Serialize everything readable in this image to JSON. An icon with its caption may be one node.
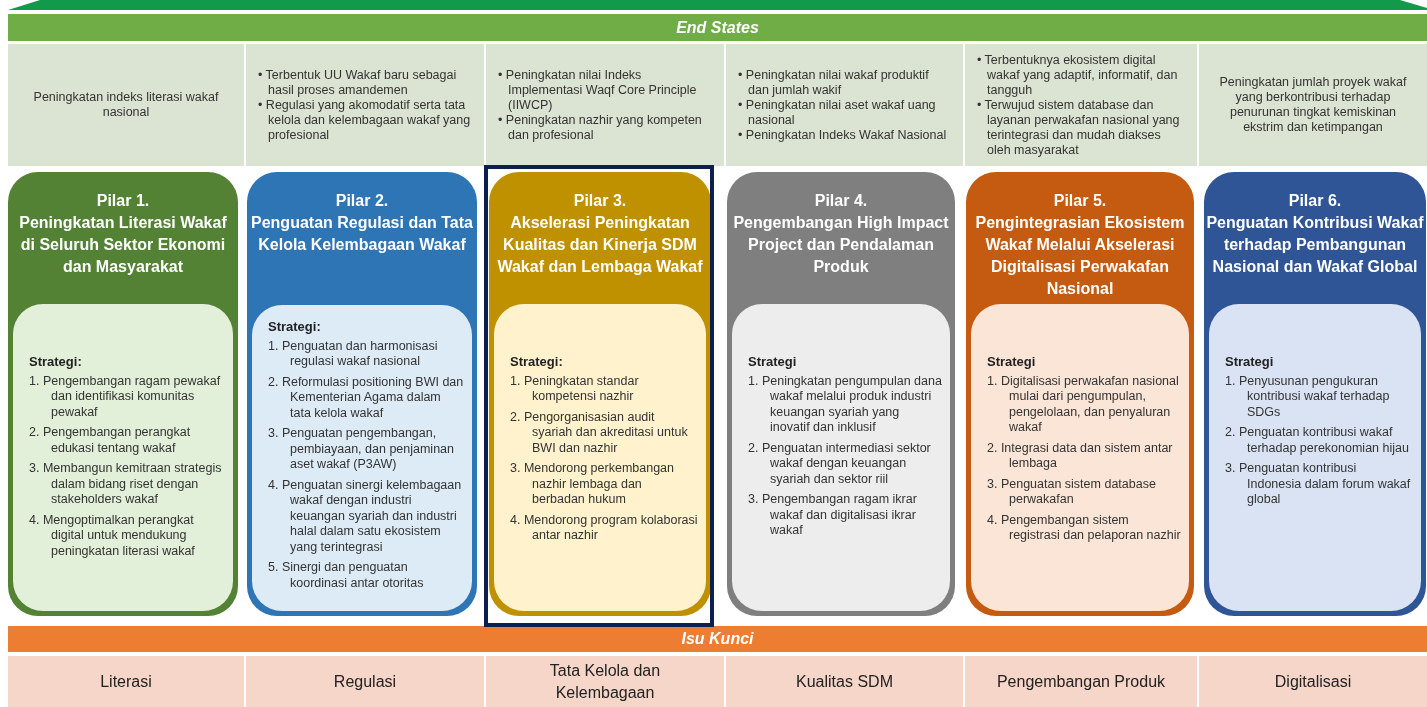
{
  "diagram": {
    "nodes": [
      {
        "text": [
          "End States"
        ]
      },
      {
        "text": [
          "Peningkatan indeks literasi wakaf nasional"
        ]
      },
      {
        "text": [
          "• Terbentuk UU Wakaf baru sebagai hasil proses amandemen",
          "• Regulasi yang akomodatif serta tata kelola dan kelembagaan wakaf yang profesional"
        ]
      },
      {
        "text": [
          "• Peningkatan nilai Indeks Implementasi Waqf Core Principle (IIWCP)",
          "• Peningkatan nazhir yang kompeten dan profesional"
        ]
      },
      {
        "text": [
          "• Peningkatan nilai wakaf produktif dan jumlah wakif",
          "• Peningkatan nilai aset wakaf uang nasional",
          "• Peningkatan Indeks Wakaf Nasional"
        ]
      },
      {
        "text": [
          "• Terbentuknya ekosistem digital wakaf yang adaptif, informatif, dan tangguh",
          "• Terwujud sistem database dan layanan perwakafan nasional yang terintegrasi dan mudah diakses oleh masyarakat"
        ]
      },
      {
        "text": [
          "Peningkatan jumlah proyek wakaf yang berkontribusi terhadap penurunan tingkat kemiskinan ekstrim dan ketimpangan"
        ]
      },
      {
        "text": [
          "Pilar 1.",
          "Peningkatan Literasi Wakaf di Seluruh Sektor Ekonomi dan Masyarakat"
        ]
      },
      {
        "text": [
          "Strategi:",
          "1. Pengembangan ragam pewakaf dan identifikasi komunitas pewakaf",
          "2. Pengembangan perangkat edukasi tentang wakaf",
          "3. Membangun kemitraan strategis dalam bidang riset dengan stakeholders wakaf",
          "4. Mengoptimalkan perangkat digital untuk mendukung peningkatan literasi wakaf"
        ],
        "in": 7
      },
      {
        "text": [
          "Pilar 2.",
          "Penguatan Regulasi dan Tata Kelola Kelembagaan Wakaf"
        ]
      },
      {
        "text": [
          "Strategi:",
          "1. Penguatan dan harmonisasi regulasi wakaf nasional",
          "2. Reformulasi positioning BWI dan Kementerian Agama dalam tata kelola wakaf",
          "3. Penguatan pengembangan, pembiayaan, dan penjaminan aset wakaf (P3AW)",
          "4. Penguatan sinergi kelembagaan wakaf dengan industri keuangan syariah dan industri halal dalam satu ekosistem yang terintegrasi",
          "5. Sinergi dan penguatan koordinasi antar otoritas"
        ],
        "in": 9
      },
      {
        "text": [
          "Pilar 3.",
          "Akselerasi Peningkatan Kualitas dan Kinerja SDM Wakaf dan Lembaga Wakaf"
        ]
      },
      {
        "text": [
          "Strategi:",
          "1. Peningkatan standar kompetensi nazhir",
          "2. Pengorganisasian audit syariah dan akreditasi untuk BWI dan nazhir",
          "3. Mendorong perkembangan nazhir lembaga dan berbadan hukum",
          "4. Mendorong program kolaborasi antar nazhir"
        ],
        "in": 11
      },
      {
        "text": [
          "Pilar 4.",
          "Pengembangan High Impact Project dan Pendalaman Produk"
        ]
      },
      {
        "text": [
          "Strategi",
          "1. Peningkatan pengumpulan dana wakaf melalui produk industri keuangan syariah yang inovatif dan inklusif",
          "2. Penguatan intermediasi sektor wakaf dengan keuangan syariah dan sektor riil",
          "3. Pengembangan ragam ikrar wakaf dan digitalisasi ikrar wakaf"
        ],
        "in": 13
      },
      {
        "text": [
          "Pilar 5.",
          "Pengintegrasian Ekosistem Wakaf Melalui Akselerasi Digitalisasi Perwakafan Nasional"
        ]
      },
      {
        "text": [
          "Strategi",
          "1. Digitalisasi perwakafan nasional mulai dari pengumpulan, pengelolaan, dan penyaluran wakaf",
          "2. Integrasi data dan sistem antar lembaga",
          "3. Penguatan sistem database perwakafan",
          "4. Pengembangan sistem registrasi dan pelaporan nazhir"
        ],
        "in": 15
      },
      {
        "text": [
          "Pilar 6.",
          "Penguatan Kontribusi Wakaf terhadap Pembangunan Nasional dan Wakaf Global"
        ]
      },
      {
        "text": [
          "Strategi",
          "1. Penyusunan pengukuran kontribusi wakaf terhadap SDGs",
          "2. Penguatan kontribusi wakaf terhadap perekonomian hijau",
          "3. Penguatan kontribusi Indonesia dalam forum wakaf global"
        ],
        "in": 17
      },
      {
        "text": [
          "Isu Kunci"
        ]
      },
      {
        "text": [
          "Literasi"
        ]
      },
      {
        "text": [
          "Regulasi"
        ]
      },
      {
        "text": [
          "Tata Kelola dan Kelembagaan"
        ]
      },
      {
        "text": [
          "Kualitas SDM"
        ]
      },
      {
        "text": [
          "Pengembangan Produk"
        ]
      },
      {
        "text": [
          "Digitalisasi"
        ]
      }
    ]
  }
}
